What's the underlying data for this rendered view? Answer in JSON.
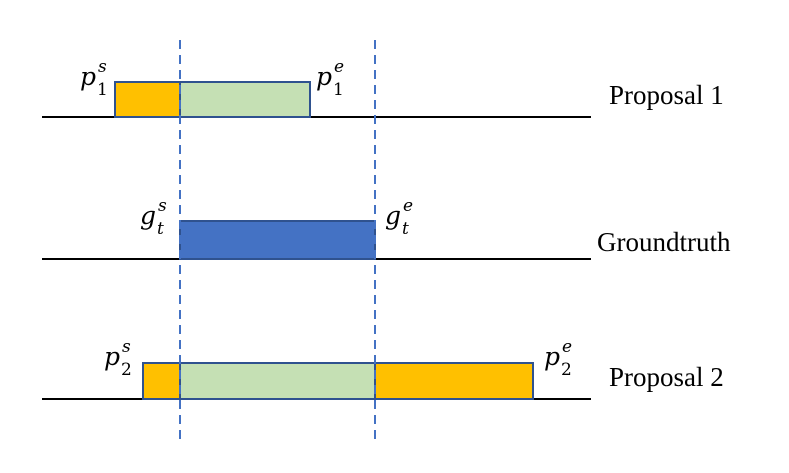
{
  "rows": [
    {
      "label": "Proposal 1",
      "start_symbol": {
        "base": "p",
        "sup": "s",
        "sub": "1"
      },
      "end_symbol": {
        "base": "p",
        "sup": "e",
        "sub": "1"
      }
    },
    {
      "label": "Groundtruth",
      "start_symbol": {
        "base": "g",
        "sup": "s",
        "sub": "t"
      },
      "end_symbol": {
        "base": "g",
        "sup": "e",
        "sub": "t"
      }
    },
    {
      "label": "Proposal 2",
      "start_symbol": {
        "base": "p",
        "sup": "s",
        "sub": "2"
      },
      "end_symbol": {
        "base": "p",
        "sup": "e",
        "sub": "2"
      }
    }
  ],
  "colors": {
    "non_overlap": "#ffc000",
    "overlap": "#c5e0b4",
    "groundtruth": "#4472c4",
    "border": "#2f528f",
    "guide": "#4472c4",
    "axis": "#000000"
  }
}
